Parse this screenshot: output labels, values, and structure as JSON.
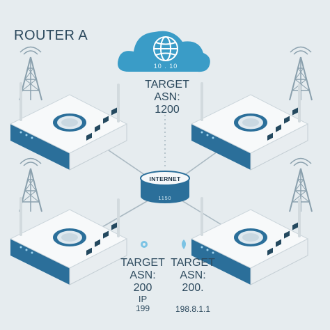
{
  "router_a_label": "ROUTER A",
  "cloud_text": "10 . 10",
  "top_target": {
    "line1": "TARGET",
    "line2": "ASN:",
    "line3": "1200"
  },
  "internet": {
    "label": "INTERNET",
    "sub": "1150"
  },
  "bottom_left_target": {
    "line1": "TARGET",
    "line2": "ASN:",
    "line3": "200",
    "line4": "IP",
    "line5": "199"
  },
  "bottom_right_target": {
    "line1": "TARGET",
    "line2": "ASN:",
    "line3": "200.",
    "line4": "",
    "line5": "198.8.1.1"
  },
  "icons": [
    "cloud-icon",
    "globe-icon",
    "router-icon",
    "antenna-tower-icon",
    "internet-hub-icon",
    "location-pin-icon"
  ],
  "colors": {
    "background": "#e6ecef",
    "router_body": "#f7f9fa",
    "router_accent": "#2b6f9a",
    "cloud": "#3a9cc7",
    "text": "#2d4a5e"
  }
}
